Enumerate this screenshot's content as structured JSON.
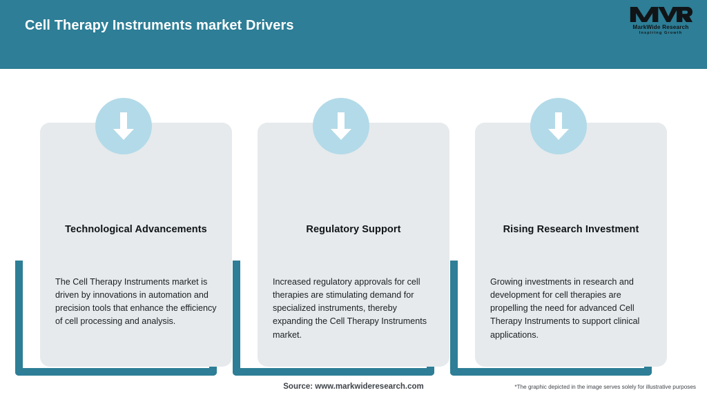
{
  "header": {
    "title": "Cell Therapy Instruments market Drivers",
    "background_color": "#2d7e96",
    "logo": {
      "mark_text": "MWR",
      "name": "MarkWide Research",
      "tagline": "Inspiring Growth"
    }
  },
  "cards": [
    {
      "icon": "down-arrow-icon",
      "title": "Technological Advancements",
      "body": "The Cell Therapy Instruments market is driven by innovations in automation and precision tools that enhance the efficiency of cell processing and analysis."
    },
    {
      "icon": "down-arrow-icon",
      "title": "Regulatory Support",
      "body": "Increased regulatory approvals for cell therapies are stimulating demand for specialized instruments, thereby expanding the Cell Therapy Instruments market."
    },
    {
      "icon": "down-arrow-icon",
      "title": "Rising Research Investment",
      "body": "Growing investments in research and development for cell therapies are propelling the need for advanced Cell Therapy Instruments to support clinical applications."
    }
  ],
  "footer": {
    "source": "Source: www.markwideresearch.com",
    "disclaimer": "*The graphic depicted in the image serves solely for illustrative purposes"
  },
  "colors": {
    "brand_teal": "#2d7e96",
    "circle_blue": "#b3dae8",
    "card_gray": "#e6eaec",
    "text_dark": "#111417"
  }
}
